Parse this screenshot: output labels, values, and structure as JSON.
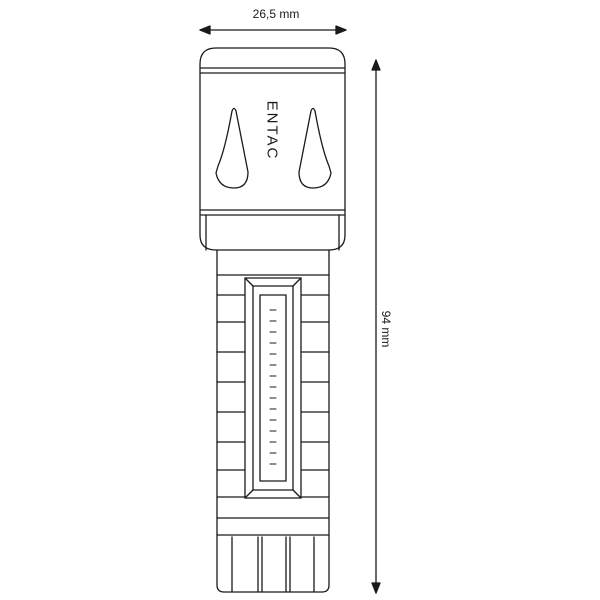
{
  "dimensions": {
    "width_label": "26,5 mm",
    "height_label": "94 mm"
  },
  "product": {
    "brand": "ENTAC"
  },
  "colors": {
    "stroke": "#1a1a1a",
    "background": "#ffffff"
  }
}
